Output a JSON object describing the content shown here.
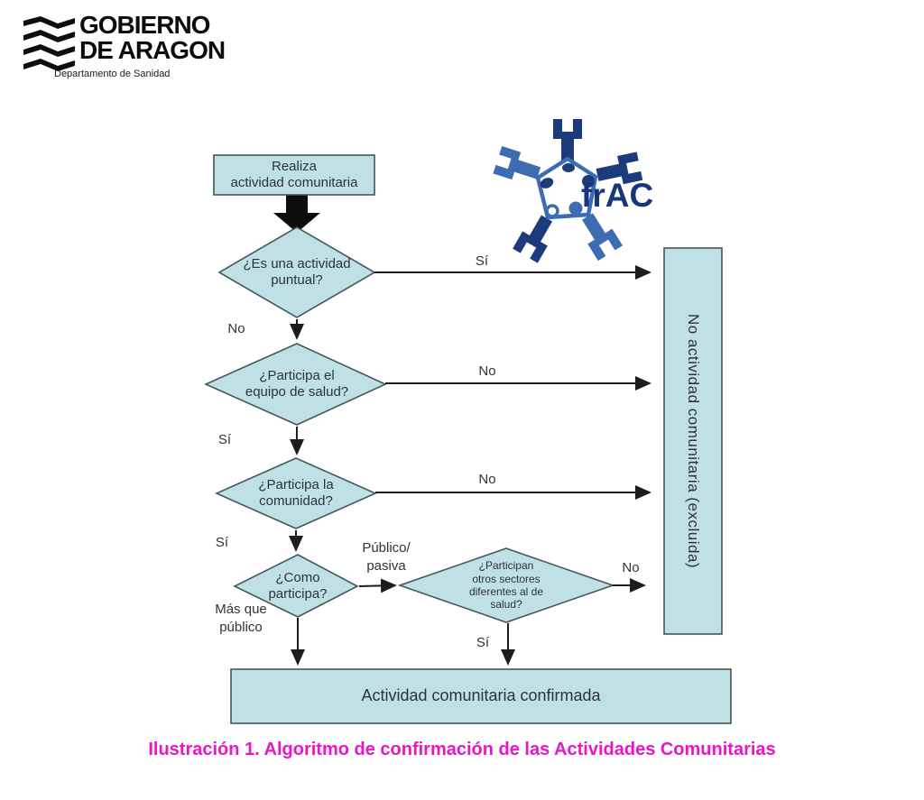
{
  "header": {
    "logo_title": "GOBIERNO\nDE ARAGON",
    "logo_subtitle": "Departamento de Sanidad"
  },
  "frac": {
    "label": "frAC"
  },
  "flowchart": {
    "nodes": {
      "start": "Realiza\nactividad comunitaria",
      "q_puntual": "¿Es una actividad\npuntual?",
      "q_equipo": "¿Participa el\nequipo de salud?",
      "q_comunidad": "¿Participa la\ncomunidad?",
      "q_como": "¿Como\nparticipa?",
      "q_sectores": "¿Participan\notros sectores\ndiferentes al de\nsalud?",
      "excluded": "No actividad comunitaria (excluida)",
      "confirmed": "Actividad comunitaria confirmada"
    },
    "edge_labels": {
      "puntual_si": "Sí",
      "puntual_no": "No",
      "equipo_no": "No",
      "equipo_si": "Sí",
      "comunidad_no": "No",
      "comunidad_si": "Sí",
      "como_publico": "Público/\npasiva",
      "como_mas": "Más que\npúblico",
      "sectores_no": "No",
      "sectores_si": "Sí"
    },
    "colors": {
      "node_fill": "#bfe0e4",
      "node_border": "#44565e",
      "arrow": "#1d1d1d",
      "caption": "#e816c8",
      "frac_navy": "#1d3a7c",
      "frac_blue": "#3e6cb3"
    }
  },
  "caption": "Ilustración 1. Algoritmo de confirmación de las Actividades Comunitarias"
}
